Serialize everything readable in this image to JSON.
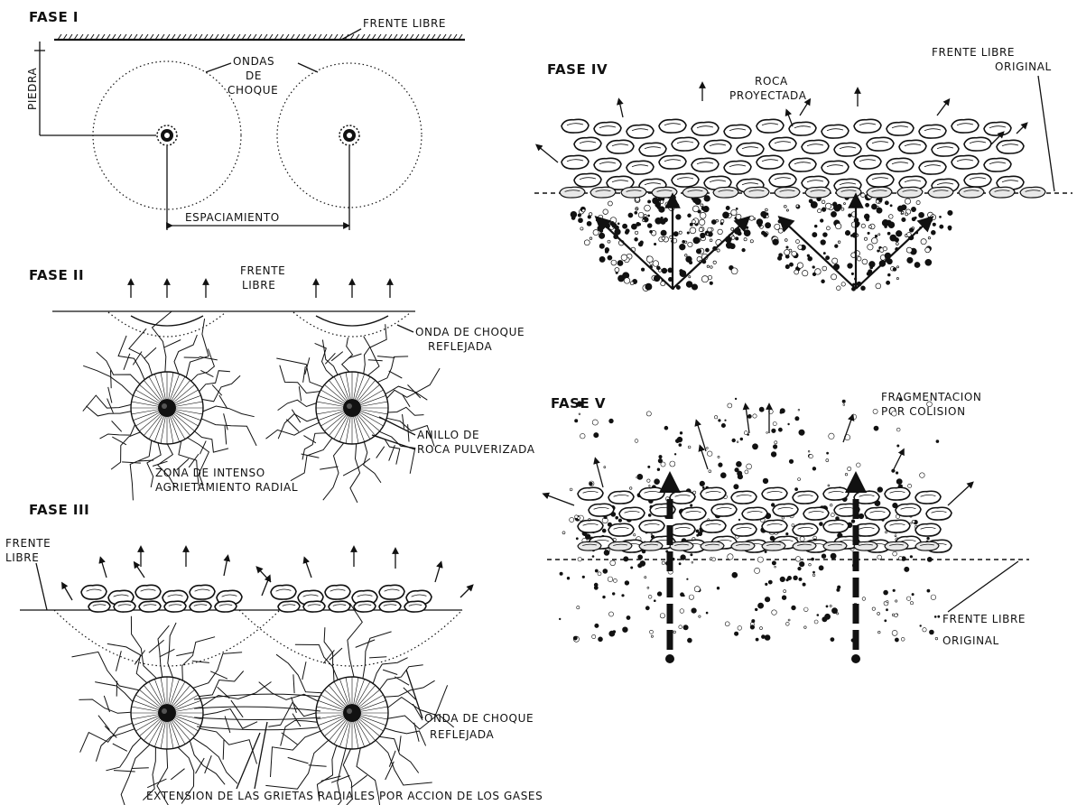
{
  "phases": {
    "p1": {
      "title": "FASE I",
      "free_face": "FRENTE LIBRE",
      "shock_waves": [
        "ONDAS",
        "DE",
        "CHOQUE"
      ],
      "burden": "PIEDRA",
      "spacing": "ESPACIAMIENTO"
    },
    "p2": {
      "title": "FASE II",
      "free_face": [
        "FRENTE",
        "LIBRE"
      ],
      "reflected_wave": [
        "ONDA DE CHOQUE",
        "REFLEJADA"
      ],
      "crushed_ring": [
        "ANILLO DE",
        "ROCA PULVERIZADA"
      ],
      "radial_zone": [
        "ZONA DE INTENSO",
        "AGRIETAMIENTO RADIAL"
      ]
    },
    "p3": {
      "title": "FASE III",
      "free_face": [
        "FRENTE",
        "LIBRE"
      ],
      "reflected_wave": [
        "ONDA DE CHOQUE",
        "REFLEJADA"
      ],
      "gas_extension": "EXTENSION DE LAS GRIETAS RADIALES POR ACCION DE LOS GASES"
    },
    "p4": {
      "title": "FASE IV",
      "projected_rock": [
        "ROCA",
        "PROYECTADA"
      ],
      "original_face": [
        "FRENTE LIBRE",
        "ORIGINAL"
      ]
    },
    "p5": {
      "title": "FASE V",
      "collision_frag": [
        "FRAGMENTACION",
        "POR COLISION"
      ],
      "original_face": [
        "FRENTE LIBRE",
        "ORIGINAL"
      ]
    }
  }
}
